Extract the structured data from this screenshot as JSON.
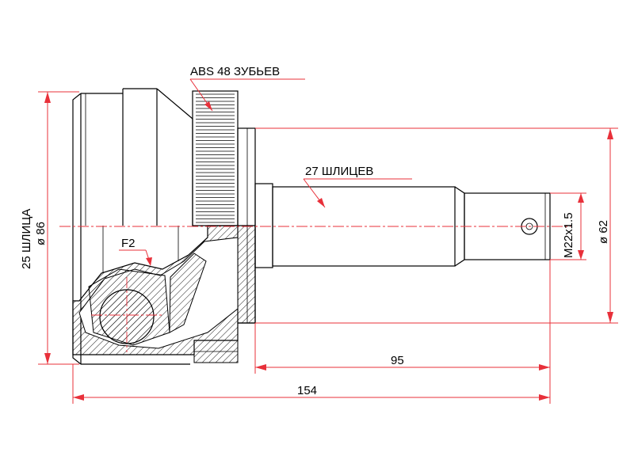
{
  "labels": {
    "abs": "ABS 48 ЗУБЬЕВ",
    "outer_splines": "27 ШЛИЦЕВ",
    "f2": "F2",
    "inner_splines": "25 ШЛИЦА",
    "dia_outer": "ø 86",
    "dia_shaft": "ø 62",
    "thread": "M22x1.5",
    "len_shaft": "95",
    "len_total": "154"
  },
  "colors": {
    "dimension": "#e8303a",
    "outline": "#000000",
    "background": "#ffffff"
  }
}
